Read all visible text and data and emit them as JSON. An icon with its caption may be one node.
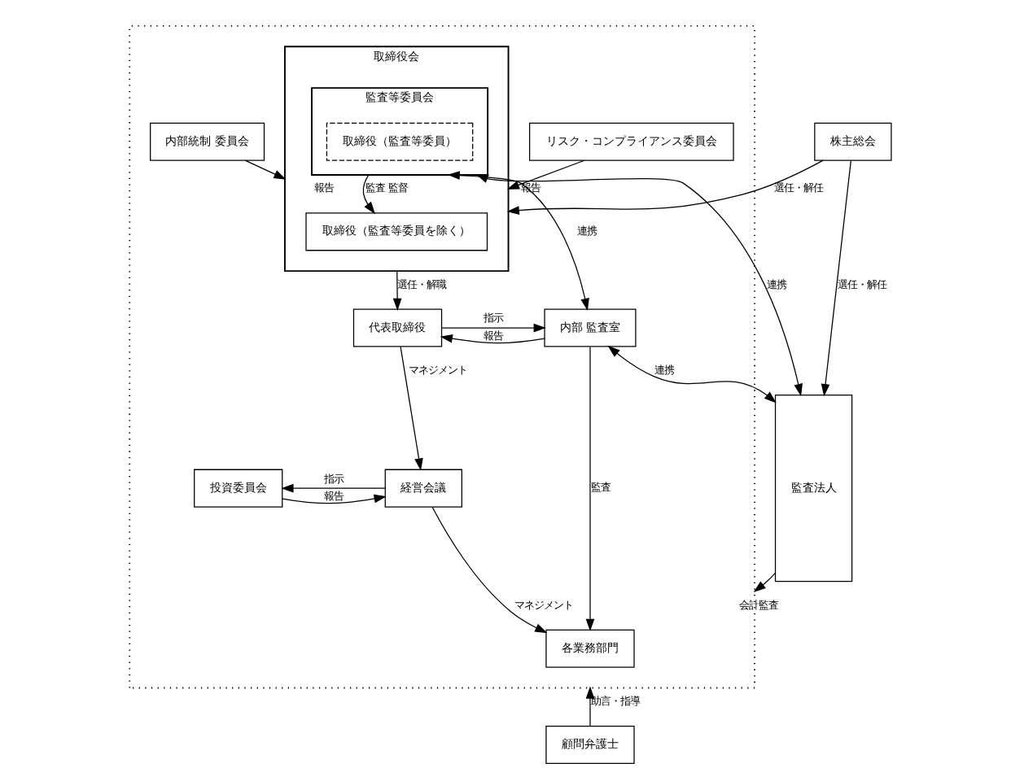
{
  "diagram": {
    "nodes": [
      {
        "text": [
          "株主総会"
        ]
      },
      {
        "text": [],
        "shape": "box"
      },
      {
        "text": [
          "監査法人"
        ]
      },
      {
        "text": [
          "リスク・コンプライアンス委員会"
        ],
        "in": 1
      },
      {
        "text": [
          "内部統制 委員会"
        ],
        "in": 1
      },
      {
        "text": [
          "取締役会"
        ],
        "in": 1
      },
      {
        "text": [
          "取締役（監査等委員を除く）"
        ],
        "in": 5
      },
      {
        "text": [
          "監査等委員会"
        ],
        "in": 5
      },
      {
        "text": [
          "取締役（監査等委員）"
        ],
        "in": 7
      },
      {
        "text": [
          "代表取締役"
        ],
        "in": 1
      },
      {
        "text": [
          "内部 監査室"
        ],
        "in": 1
      },
      {
        "text": [
          "投資委員会"
        ],
        "in": 1
      },
      {
        "text": [
          "経営会議"
        ],
        "in": 1
      },
      {
        "text": [
          "各業務部門"
        ],
        "in": 1
      },
      {
        "text": [
          "顧問弁護士"
        ]
      }
    ],
    "edges": [
      {
        "from": 0,
        "to": 5,
        "arrow": "to",
        "label": "選任・解任"
      },
      {
        "from": 0,
        "to": 2,
        "arrow": "to",
        "label": "選任・解任"
      },
      {
        "from": 3,
        "to": 5,
        "arrow": "to",
        "label": "報告"
      },
      {
        "from": 4,
        "to": 5,
        "arrow": "to",
        "label": "報告"
      },
      {
        "from": 7,
        "to": 6,
        "arrow": "to",
        "label": "監査 監督"
      },
      {
        "from": 7,
        "to": 2,
        "arrow": "both",
        "label": "連携"
      },
      {
        "from": 10,
        "to": 7,
        "arrow": "both",
        "label": "連携"
      },
      {
        "from": 5,
        "to": 9,
        "arrow": "to",
        "label": "選任・解職"
      },
      {
        "from": 9,
        "to": 10,
        "arrow": "to",
        "label": "指示"
      },
      {
        "from": 10,
        "to": 9,
        "arrow": "to",
        "label": "報告"
      },
      {
        "from": 10,
        "to": 2,
        "arrow": "both",
        "label": "連携"
      },
      {
        "from": 9,
        "to": 12,
        "arrow": "to",
        "label": "マネジメント"
      },
      {
        "from": 12,
        "to": 11,
        "arrow": "to",
        "label": "指示"
      },
      {
        "from": 11,
        "to": 12,
        "arrow": "to",
        "label": "報告"
      },
      {
        "from": 12,
        "to": 13,
        "arrow": "to",
        "label": "マネジメント"
      },
      {
        "from": 10,
        "to": 13,
        "arrow": "to",
        "label": "監査"
      },
      {
        "from": 2,
        "to": 1,
        "arrow": "to",
        "label": "会計監査"
      },
      {
        "from": 14,
        "to": 1,
        "arrow": "to",
        "label": "助言・指導"
      }
    ]
  }
}
